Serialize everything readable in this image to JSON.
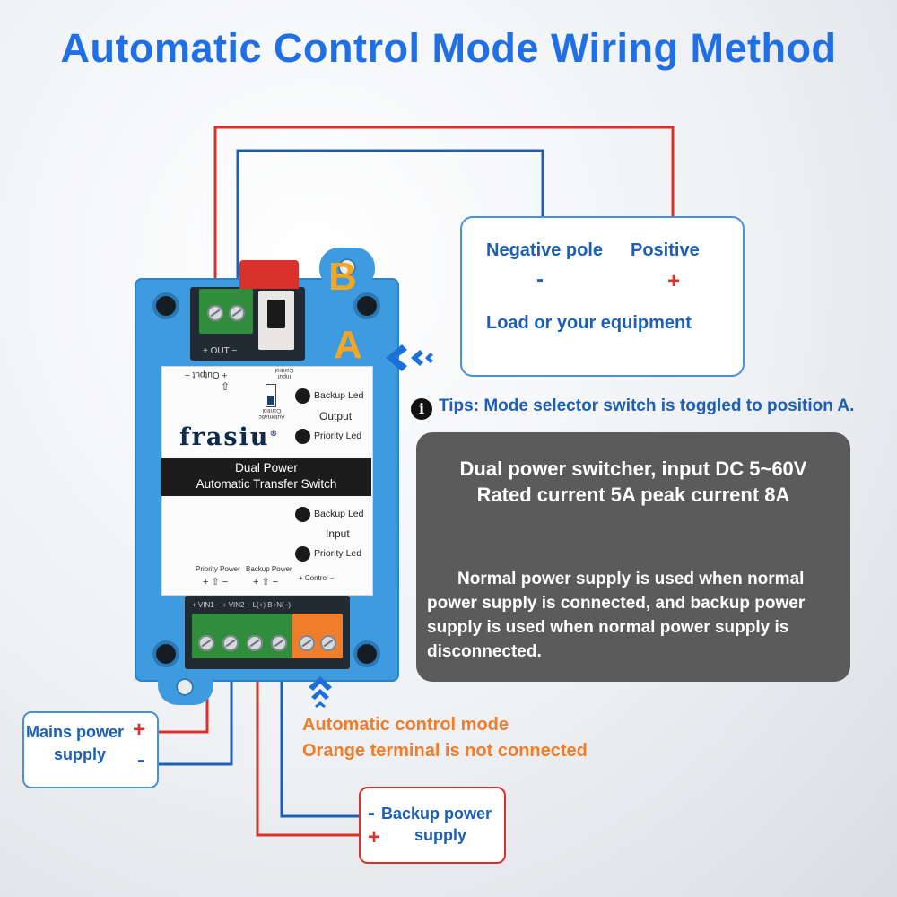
{
  "title": "Automatic Control Mode Wiring Method",
  "colors": {
    "accent": "#1f6fe6",
    "wire_red": "#d9312b",
    "wire_blue": "#1c5fb4",
    "device_blue": "#3f9be0",
    "orange": "#ef7d2a"
  },
  "device": {
    "brand": "frasiu",
    "brand_mark": "®",
    "product_line1": "Dual Power",
    "product_line2": "Automatic Transfer Switch",
    "out_terminal_label": "+ OUT −",
    "output_arrow_label": "+ Output −",
    "switch_label_top": "Input\nControl",
    "switch_label_bottom": "Automatic\nControl",
    "output_section": "Output",
    "input_section": "Input",
    "output_backup_led": "Backup Led",
    "output_priority_led": "Priority Led",
    "input_backup_led": "Backup Led",
    "input_priority_led": "Priority Led",
    "priority_power": "Priority Power",
    "backup_power": "Backup Power",
    "control": "+ Control −",
    "pm1": "+ ⇧ −",
    "pm2": "+ ⇧ −",
    "input_terminal_labels": "+ VIN1 −  + VIN2 −  L(+) B+N(−)",
    "position_b": "B",
    "position_a": "A",
    "arrow_icon": "double-chevron-left-icon",
    "up_arrow_icon": "double-chevron-up-icon"
  },
  "load_box": {
    "negative_label": "Negative pole",
    "positive_label": "Positive",
    "negative_sign": "-",
    "positive_sign": "+",
    "load_label": "Load or your equipment"
  },
  "tips": {
    "icon": "i",
    "text": "Tips: Mode selector switch is toggled to position A."
  },
  "specs": {
    "line1": "Dual power switcher, input DC 5~60V",
    "line2": "Rated current 5A peak current 8A",
    "description": "Normal power supply is used when normal power supply is connected, and backup power supply is used when normal power supply is disconnected."
  },
  "mains": {
    "label_line1": "Mains power",
    "label_line2": "supply",
    "plus": "+",
    "minus": "-"
  },
  "backup": {
    "label_line1": "Backup power",
    "label_line2": "supply",
    "plus": "+",
    "minus": "-"
  },
  "notes": {
    "line1": "Automatic control mode",
    "line2": "Orange terminal is not connected"
  }
}
